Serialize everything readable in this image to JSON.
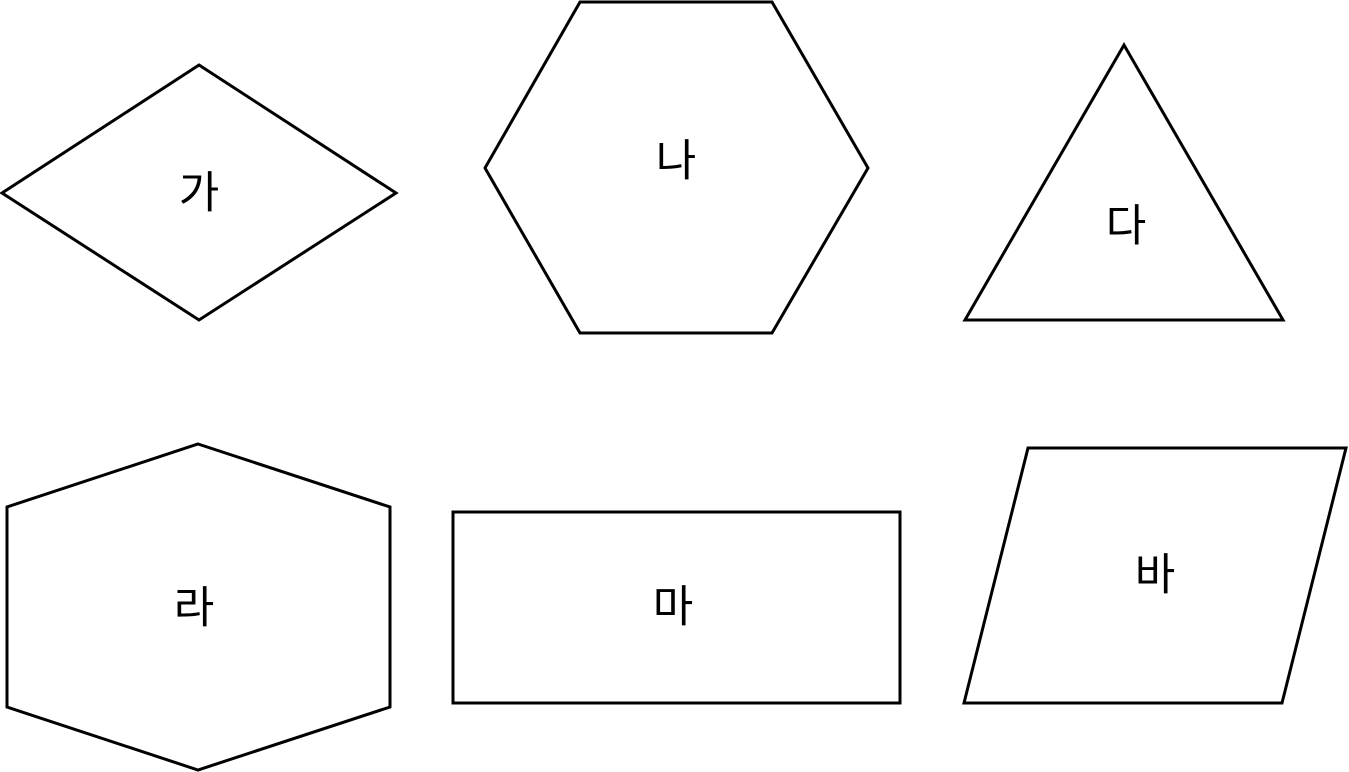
{
  "shapes": [
    {
      "id": "rhombus",
      "label": "가"
    },
    {
      "id": "hexagon",
      "label": "나"
    },
    {
      "id": "triangle",
      "label": "다"
    },
    {
      "id": "irregular-hexagon",
      "label": "라"
    },
    {
      "id": "rectangle",
      "label": "마"
    },
    {
      "id": "parallelogram",
      "label": "바"
    }
  ]
}
